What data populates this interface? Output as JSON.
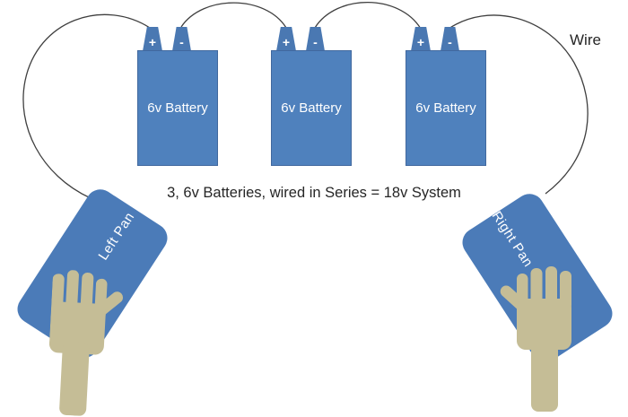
{
  "colors": {
    "background": "#ffffff",
    "battery_fill": "#4f81bd",
    "battery_border": "#41689e",
    "terminal_fill": "#4a78b2",
    "pan_fill": "#4b7bb8",
    "hand_fill": "#c5bd96",
    "wire_stroke": "#3f3f3f",
    "shape_label_text": "#ffffff",
    "caption_text": "#262626"
  },
  "batteries": [
    {
      "label": "6v Battery",
      "plus": "+",
      "minus": "-"
    },
    {
      "label": "6v Battery",
      "plus": "+",
      "minus": "-"
    },
    {
      "label": "6v Battery",
      "plus": "+",
      "minus": "-"
    }
  ],
  "pans": {
    "left_label": "Left Pan",
    "right_label": "Right Pan"
  },
  "caption": "3, 6v Batteries, wired in Series = 18v System",
  "wire_label": "Wire"
}
